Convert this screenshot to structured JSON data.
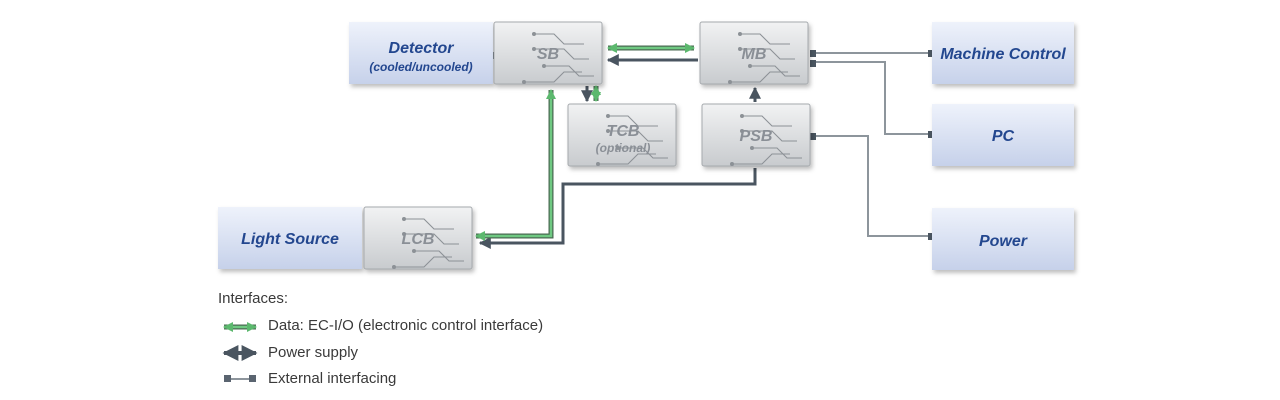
{
  "colors": {
    "data_line": "#5cb86e",
    "power_line": "#4a5560",
    "external_line": "#8d959c",
    "blue_text": "#23478f",
    "gray_text": "#8a8f96"
  },
  "external_boxes": {
    "detector": {
      "label": "Detector",
      "sublabel": "(cooled/uncooled)"
    },
    "machine_control": {
      "label": "Machine Control"
    },
    "pc": {
      "label": "PC"
    },
    "power": {
      "label": "Power"
    },
    "light_source": {
      "label": "Light Source"
    }
  },
  "boards": {
    "sb": {
      "label": "SB"
    },
    "mb": {
      "label": "MB"
    },
    "tcb": {
      "label": "TCB",
      "sublabel": "(optional)"
    },
    "psb": {
      "label": "PSB"
    },
    "lcb": {
      "label": "LCB"
    }
  },
  "legend": {
    "title": "Interfaces:",
    "items": [
      {
        "label": "Data: EC-I/O (electronic control interface)",
        "kind": "data"
      },
      {
        "label": "Power supply",
        "kind": "power"
      },
      {
        "label": "External interfacing",
        "kind": "external"
      }
    ]
  }
}
